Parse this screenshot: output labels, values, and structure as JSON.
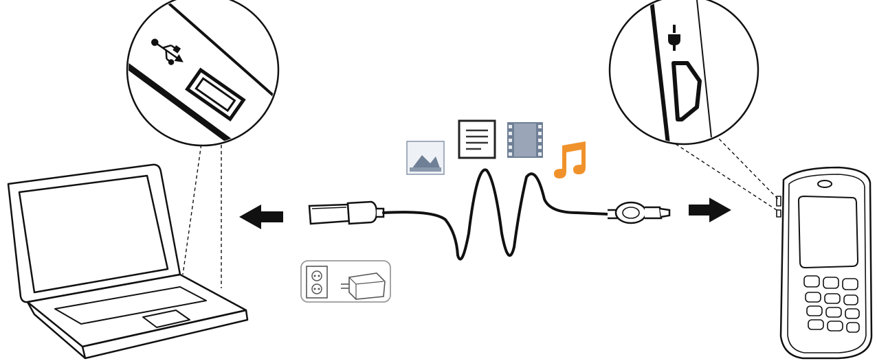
{
  "diagram": {
    "kind": "usb-connection-illustration",
    "left_device": "laptop",
    "right_device": "mobile-phone",
    "left_port_icon": "usb-symbol-icon",
    "right_port_icon": "power-plug-icon",
    "content_icons": [
      "image-file-icon",
      "document-file-icon",
      "video-file-icon",
      "music-note-icon"
    ],
    "colors": {
      "line": "#111111",
      "image_icon": "#6f7f95",
      "video_icon": "#6f7f95",
      "music_icon": "#f0922b",
      "charger_box": "#9a9a9a"
    }
  }
}
